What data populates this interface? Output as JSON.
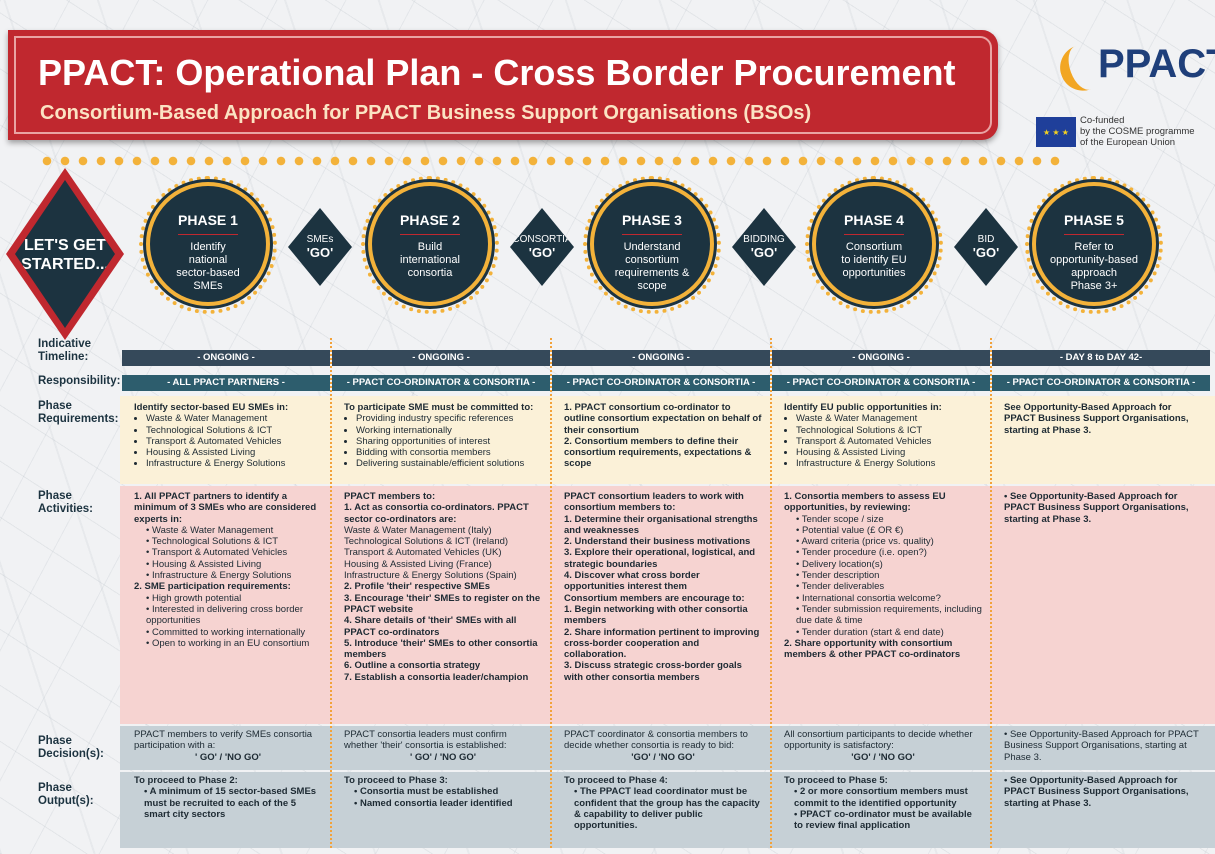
{
  "header": {
    "title": "PPACT: Operational Plan - Cross Border Procurement",
    "subtitle": "Consortium-Based Approach for PPACT Business Support Organisations (BSOs)"
  },
  "logo": {
    "text": "PPACT",
    "eu_stars": "★ ★ ★",
    "eu_text": "Co-funded\nby the COSME programme\nof the European Union"
  },
  "start": {
    "label": "LET'S GET\nSTARTED..."
  },
  "phases": [
    {
      "title": "PHASE 1",
      "desc": "Identify\nnational\nsector-based\nSMEs"
    },
    {
      "title": "PHASE 2",
      "desc": "Build\ninternational\nconsortia"
    },
    {
      "title": "PHASE 3",
      "desc": "Understand\nconsortium\nrequirements &\nscope"
    },
    {
      "title": "PHASE 4",
      "desc": "Consortium\nto identify EU\nopportunities"
    },
    {
      "title": "PHASE 5",
      "desc": "Refer to\nopportunity-based\napproach\nPhase 3+"
    }
  ],
  "gates": [
    {
      "top": "SMEs",
      "go": "'GO'"
    },
    {
      "top": "CONSORTIA",
      "go": "'GO'"
    },
    {
      "top": "BIDDING",
      "go": "'GO'"
    },
    {
      "top": "BID",
      "go": "'GO'"
    }
  ],
  "row_labels": {
    "timeline": "Indicative\nTimeline:",
    "responsibility": "Responsibility:",
    "requirements": "Phase\nRequirements:",
    "activities": "Phase\nActivities:",
    "decisions": "Phase\nDecision(s):",
    "outputs": "Phase\nOutput(s):"
  },
  "timeline": [
    "- ONGOING -",
    "- ONGOING -",
    "- ONGOING -",
    "- ONGOING -",
    "- DAY 8 to DAY 42-"
  ],
  "responsibility": [
    "- ALL PPACT PARTNERS -",
    "- PPACT CO-ORDINATOR & CONSORTIA -",
    "- PPACT CO-ORDINATOR & CONSORTIA -",
    "- PPACT CO-ORDINATOR & CONSORTIA -",
    "- PPACT CO-ORDINATOR & CONSORTIA -"
  ],
  "requirements": [
    {
      "lead": "Identify sector-based EU SMEs in:",
      "items": [
        "Waste & Water Management",
        "Technological Solutions & ICT",
        "Transport & Automated Vehicles",
        "Housing & Assisted Living",
        "Infrastructure & Energy Solutions"
      ]
    },
    {
      "lead": "To participate SME must be committed to:",
      "items": [
        "Providing industry specific references",
        "Working internationally",
        "Sharing opportunities of interest",
        "Bidding with consortia members",
        "Delivering sustainable/efficient solutions"
      ]
    },
    {
      "lead": "",
      "items": [
        "1.  PPACT consortium co-ordinator to outline consortium expectation on behalf of their consortium",
        "2.  Consortium members to define their consortium requirements, expectations & scope"
      ]
    },
    {
      "lead": "Identify EU public opportunities in:",
      "items": [
        "Waste & Water Management",
        "Technological Solutions & ICT",
        "Transport & Automated Vehicles",
        "Housing & Assisted Living",
        "Infrastructure & Energy Solutions"
      ]
    },
    {
      "lead": "",
      "items": [
        "See Opportunity-Based Approach for PPACT Business Support Organisations, starting at Phase 3."
      ]
    }
  ],
  "activities": [
    [
      "1.  All PPACT partners to identify a minimum of 3 SMEs who are considered experts in:",
      "• Waste & Water Management",
      "• Technological Solutions & ICT",
      "• Transport & Automated Vehicles",
      "• Housing & Assisted Living",
      "• Infrastructure & Energy Solutions",
      "2.  SME participation requirements:",
      "• High growth potential",
      "• Interested in delivering cross border opportunities",
      "• Committed to working internationally",
      "• Open to working in an EU consortium"
    ],
    [
      "PPACT members to:",
      "1.  Act as consortia co-ordinators. PPACT sector co-ordinators are:",
      "Waste & Water Management (Italy)",
      "Technological Solutions & ICT (Ireland)",
      "Transport & Automated Vehicles (UK)",
      "Housing & Assisted Living (France)",
      "Infrastructure & Energy Solutions (Spain)",
      "2.  Profile 'their' respective SMEs",
      "3.  Encourage 'their' SMEs to register on the PPACT website",
      "4.  Share details of 'their' SMEs with all PPACT co-ordinators",
      "5.  Introduce 'their' SMEs to other consortia members",
      "6.  Outline a consortia strategy",
      "7.  Establish a consortia leader/champion"
    ],
    [
      "PPACT consortium leaders to work with consortium members to:",
      "1.  Determine their organisational strengths and weaknesses",
      "2.  Understand their business motivations",
      "3.  Explore their operational, logistical, and strategic boundaries",
      "4.  Discover what cross border opportunities interest them",
      "Consortium members are encourage to:",
      "1.  Begin networking with other consortia members",
      "2.  Share information pertinent to improving cross-border cooperation and collaboration.",
      "3.  Discuss strategic cross-border goals with other consortia members"
    ],
    [
      "1.  Consortia members to assess EU opportunities, by reviewing:",
      "• Tender scope / size",
      "• Potential value (£ OR €)",
      "• Award criteria (price vs. quality)",
      "• Tender procedure (i.e. open?)",
      "• Delivery location(s)",
      "• Tender description",
      "• Tender deliverables",
      "• International consortia welcome?",
      "• Tender submission requirements, including due date & time",
      "• Tender duration (start & end date)",
      "2.  Share opportunity with consortium members & other PPACT co-ordinators"
    ],
    [
      "•  See Opportunity-Based Approach for PPACT Business Support Organisations, starting at Phase 3."
    ]
  ],
  "decisions": [
    [
      "PPACT members to verify SMEs consortia participation with a:",
      "' GO' / 'NO GO'"
    ],
    [
      "PPACT consortia leaders must confirm whether 'their' consortia is established:",
      "' GO' / 'NO GO'"
    ],
    [
      "PPACT coordinator & consortia members to decide whether consortia is ready to bid:",
      "'GO' / 'NO GO'"
    ],
    [
      "All consortium participants to decide whether opportunity is satisfactory:",
      "'GO' / 'NO GO'"
    ],
    [
      "•  See Opportunity-Based Approach for PPACT Business Support Organisations, starting at Phase 3.",
      ""
    ]
  ],
  "outputs": [
    [
      "To proceed to Phase 2:",
      "•  A minimum of 15 sector-based SMEs must be recruited to each of the 5 smart city sectors"
    ],
    [
      "To proceed to Phase 3:",
      "•  Consortia must be established",
      "•  Named consortia leader identified"
    ],
    [
      "To proceed to Phase 4:",
      "•  The PPACT lead coordinator must be confident that the group has the capacity & capability to deliver public opportunities."
    ],
    [
      "To proceed to Phase 5:",
      "•  2 or more consortium members must commit to the identified opportunity",
      "•  PPACT co-ordinator must be available to review final application"
    ],
    [
      "•  See Opportunity-Based Approach for PPACT Business Support Organisations, starting at Phase 3."
    ]
  ],
  "colors": {
    "red": "#c0282f",
    "navy": "#1c3340",
    "gold": "#f3b23a",
    "cream": "#fbf1d8",
    "pink": "#f6d3d1",
    "grey": "#c6d0d6"
  }
}
